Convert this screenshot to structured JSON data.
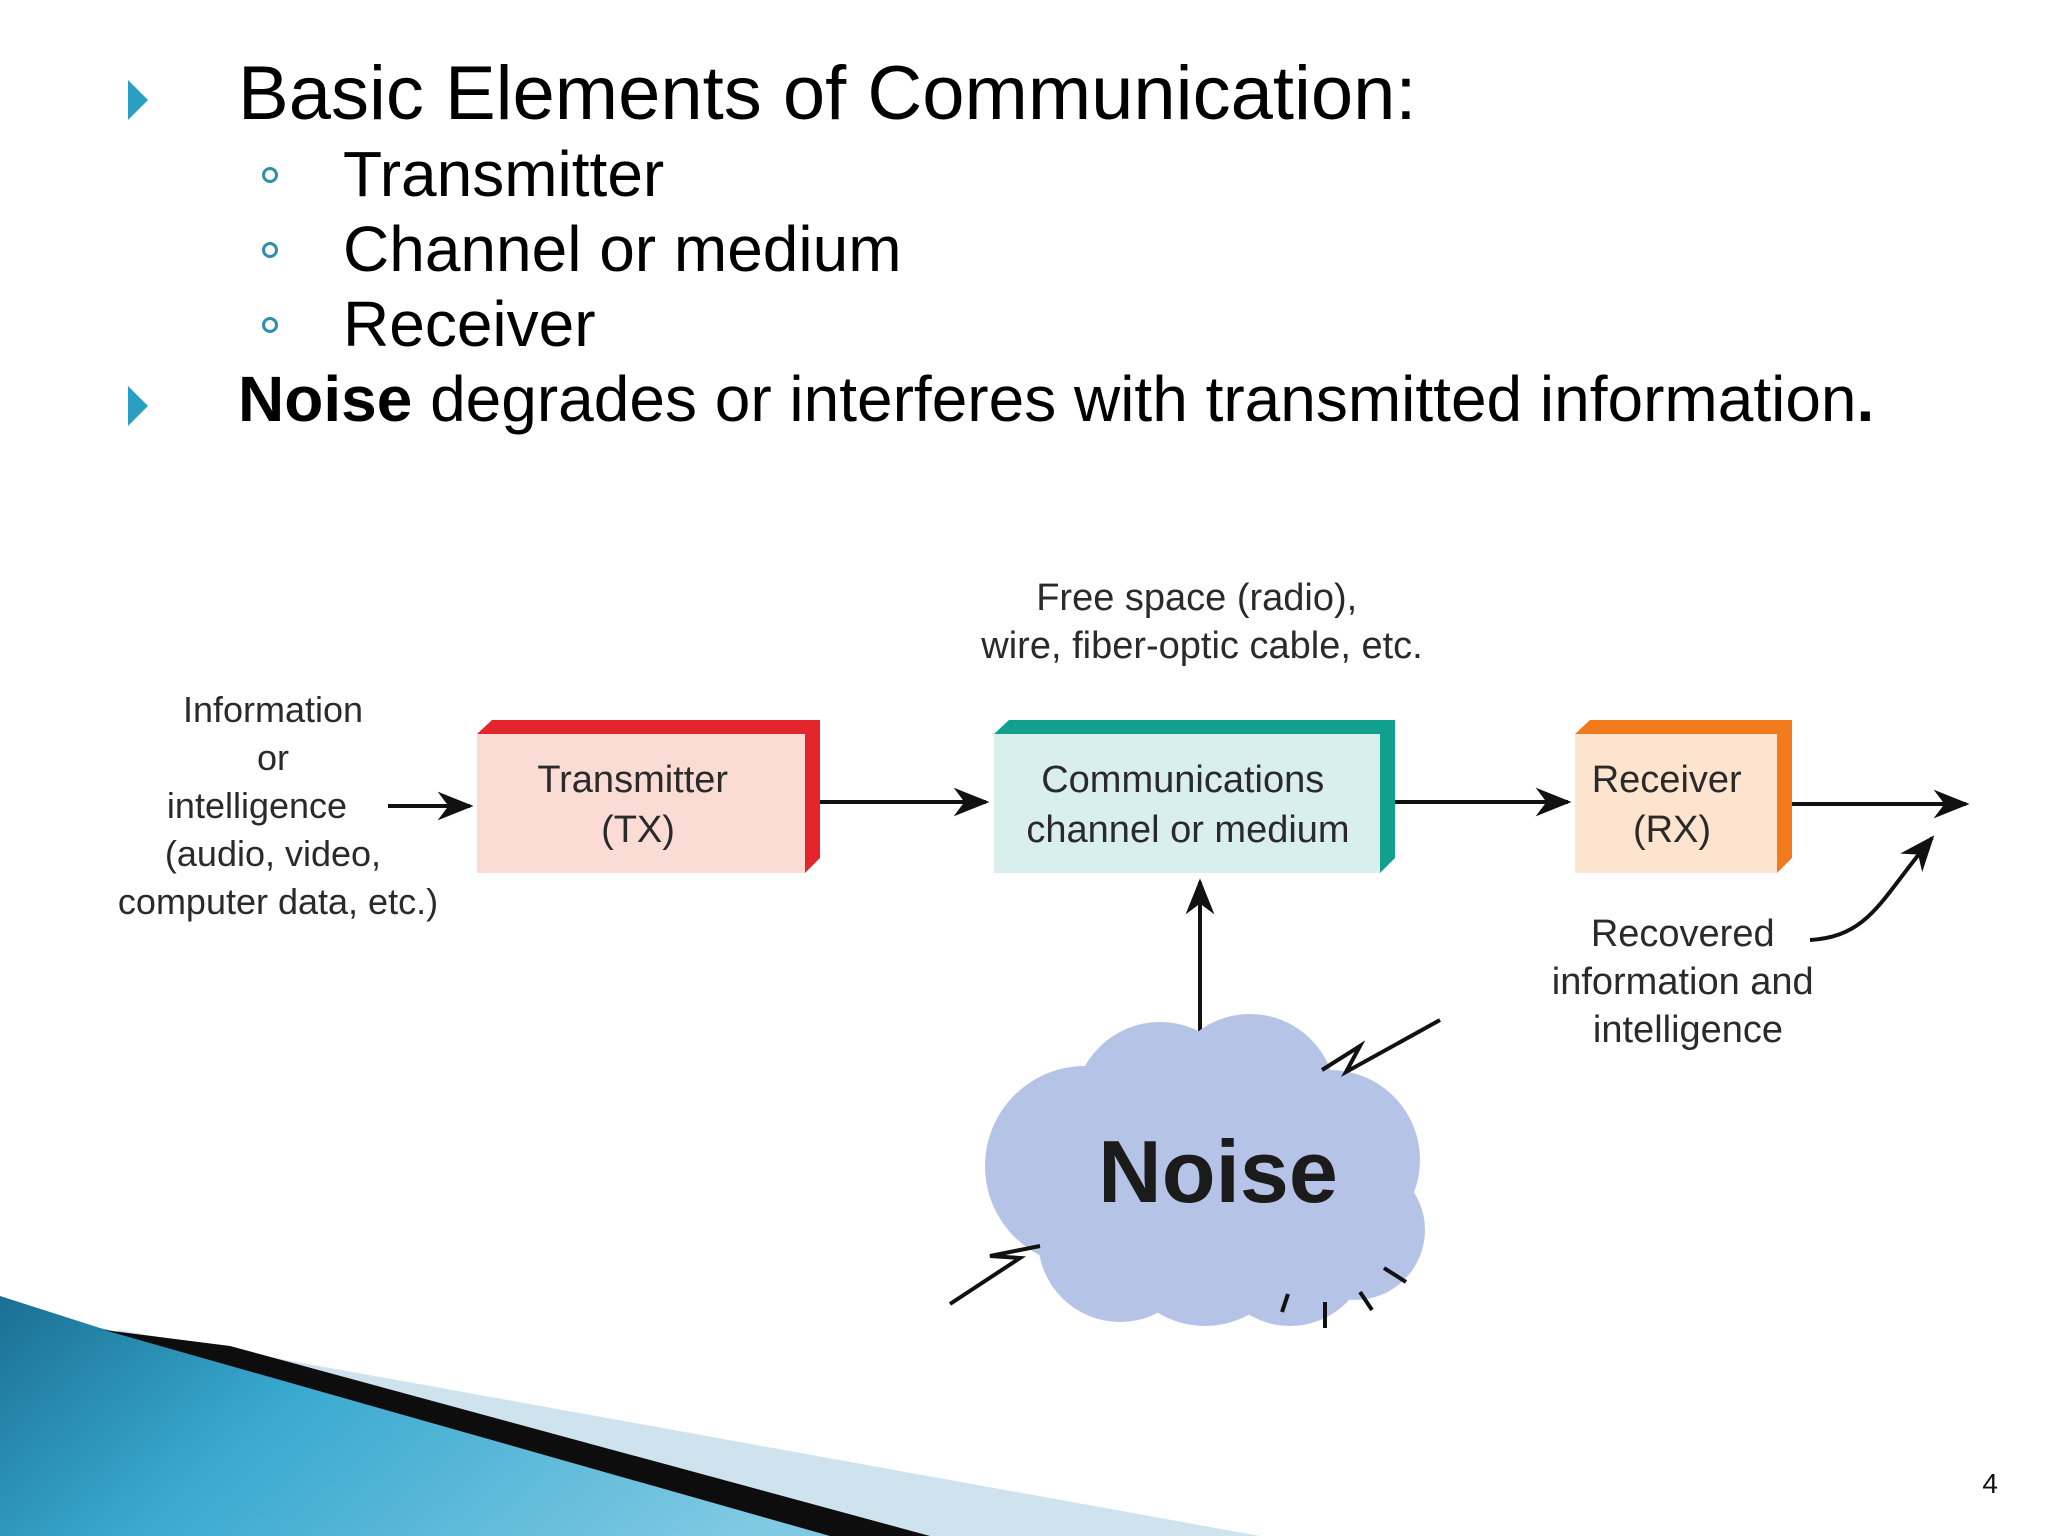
{
  "bullets": {
    "heading": "Basic Elements of Communication:",
    "sub_items": [
      "Transmitter",
      "Channel or medium",
      "Receiver"
    ],
    "noise_bold": "Noise",
    "noise_rest": " degrades or interferes with transmitted information",
    "noise_period": "."
  },
  "diagram": {
    "input_label": [
      "Information",
      "or",
      "intelligence",
      "(audio, video,",
      "computer data, etc.)"
    ],
    "medium_label": [
      "Free space (radio),",
      "wire, fiber-optic cable, etc."
    ],
    "tx_label": [
      "Transmitter",
      "(TX)"
    ],
    "channel_label": [
      "Communications",
      "channel or medium"
    ],
    "rx_label": [
      "Receiver",
      "(RX)"
    ],
    "output_label": [
      "Recovered",
      "information and",
      "intelligence"
    ],
    "noise_label": "Noise",
    "colors": {
      "tx_face": "#fbdcd4",
      "tx_edge": "#e3262b",
      "ch_face": "#d9efec",
      "ch_edge": "#11a08e",
      "rx_face": "#fde4cf",
      "rx_edge": "#f07a1c",
      "cloud": "#b5c3e6"
    }
  },
  "page_number": "4"
}
